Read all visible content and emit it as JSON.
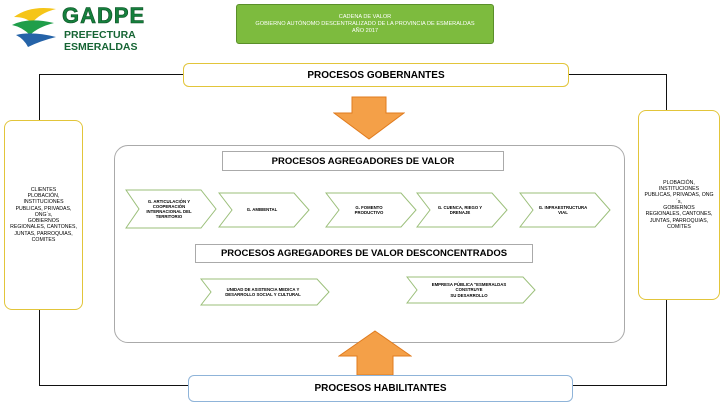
{
  "logo": {
    "name": "GADPE",
    "subtitle": "PREFECTURA ESMERALDAS"
  },
  "header": {
    "line1": "CADENA DE VALOR",
    "line2": "GOBIERNO AUTÓNOMO DESCENTRALIZADO DE LA PROVINCIA DE ESMERALDAS",
    "line3": "AÑO 2017"
  },
  "gobernantes": "PROCESOS GOBERNANTES",
  "agregadores": "PROCESOS AGREGADORES DE VALOR",
  "desconcentrados": "PROCESOS AGREGADORES DE VALOR  DESCONCENTRADOS",
  "habilitantes": "PROCESOS HABILITANTES",
  "left_panel": [
    "CLIENTES",
    "PLOBACIÓN, INSTITUCIONES",
    "PUBLICAS, PRIVADAS, ONG´s,",
    "GOBIERNOS",
    "REGIONALES, CANTONES,",
    "JUNTAS, PARROQUIAS, COMITES"
  ],
  "right_panel": [
    "PLOBACIÓN, INSTITUCIONES",
    "PUBLICAS, PRIVADAS, ONG´s,",
    "GOBIERNOS",
    "REGIONALES, CANTONES,",
    "JUNTAS, PARROQUIAS, COMITES"
  ],
  "value_chain": [
    [
      "G.  ARTICULACIÓN Y",
      "COOPERACIÓN",
      "INTERNACIONAL DEL",
      "TERRITORIO"
    ],
    [
      "G. AMBIENTAL"
    ],
    [
      "G. FOMENTO",
      "PRODUCTIVO"
    ],
    [
      "G. CUENCA, RIEGO Y",
      "DRENAJE"
    ],
    [
      "G. INFRAESTRUCTURA",
      "VIAL"
    ]
  ],
  "deconcentrated": [
    [
      "UNIDAD DE ASISTENCIA MEDICA Y",
      "DESARROLLO SOCIAL Y CULTURAL"
    ],
    [
      "EMPRESA PÚBLICA \"ESMERALDAS CONSTRUYE",
      "SU DESARROLLO"
    ]
  ],
  "colors": {
    "arrow": "#f4a048",
    "arrow_border": "#e07b1e",
    "header_green": "#7dbb3e",
    "box_border": "#e2c53a"
  }
}
